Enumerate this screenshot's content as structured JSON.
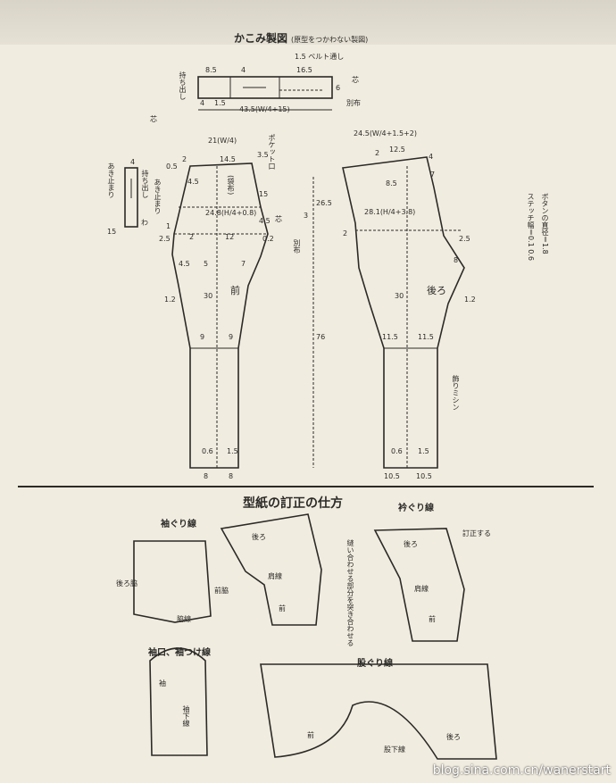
{
  "header": {
    "title": "かこみ製図",
    "subtitle": "(原型をつかわない製図)"
  },
  "waistband": {
    "d1": "8.5",
    "d2": "4",
    "d3": "16.5",
    "d4": "1.5",
    "d5": "4",
    "d6": "1.5",
    "d7": "6",
    "length": "43.5(W/4+15)",
    "mochidashi": "持ち出し",
    "belt_loop": "1.5 ベルト通し",
    "core": "芯",
    "separate": "別布"
  },
  "placket": {
    "top": "4",
    "bottom": "15",
    "v1": "あき止まり",
    "v2": "持ち出し",
    "v3": "わ",
    "core": "芯"
  },
  "front": {
    "w": "21(W/4)",
    "a": "2",
    "b": "14.5",
    "c": "3.5",
    "d": "0.5",
    "e": "4.5",
    "f": "15",
    "pocket": "ポケット口",
    "bag": "(袋布)",
    "opening": "あき止まり",
    "hip": "24.8(H/4+0.8)",
    "g": "4.5",
    "h": "0.2",
    "i": "1",
    "j": "2.5",
    "k": "12",
    "l": "2",
    "m": "4.5",
    "n": "5",
    "o": "7",
    "core": "芯",
    "bessfu": "別布",
    "three": "3",
    "side": "1.2",
    "label": "前",
    "thirty": "30",
    "knee_l": "9",
    "knee_r": "9",
    "hem_a": "0.6",
    "hem_b": "1.5",
    "hem_l": "8",
    "hem_r": "8"
  },
  "back": {
    "w": "24.5(W/4+1.5+2)",
    "a": "2",
    "b": "12.5",
    "c": "4",
    "d": "8.5",
    "e": "7",
    "hip": "28.1(H/4+3.8)",
    "f": "2",
    "g": "2.5",
    "h": "8",
    "label": "後ろ",
    "thirty": "30",
    "side": "1.2",
    "knee_l": "11.5",
    "knee_r": "11.5",
    "stitch": "飾りミシン",
    "hem_a": "0.6",
    "hem_b": "1.5",
    "hem_l": "10.5",
    "hem_r": "10.5"
  },
  "center": {
    "rise": "26.5",
    "inseam": "76"
  },
  "notes": {
    "n1": "ボタンの直径＝1.8",
    "n2": "ステッチ幅＝0.1 0.6"
  },
  "section2": {
    "title": "型紙の訂正の仕方",
    "armhole": "袖ぐり線",
    "back_side": "後ろ脇",
    "front_side": "前脇",
    "side_line": "脇線",
    "back": "後ろ",
    "shoulder": "肩線",
    "front": "前",
    "neck": "衿ぐり線",
    "correct": "訂正する",
    "join": "縫い合わせる部分を突き合わせる",
    "sleeve": "袖口、袖つけ線",
    "sleeve_l": "袖",
    "under": "袖下線",
    "crotch": "股ぐり線",
    "inseam": "股下線"
  },
  "watermark": "blog.sina.com.cn/wanerstart"
}
